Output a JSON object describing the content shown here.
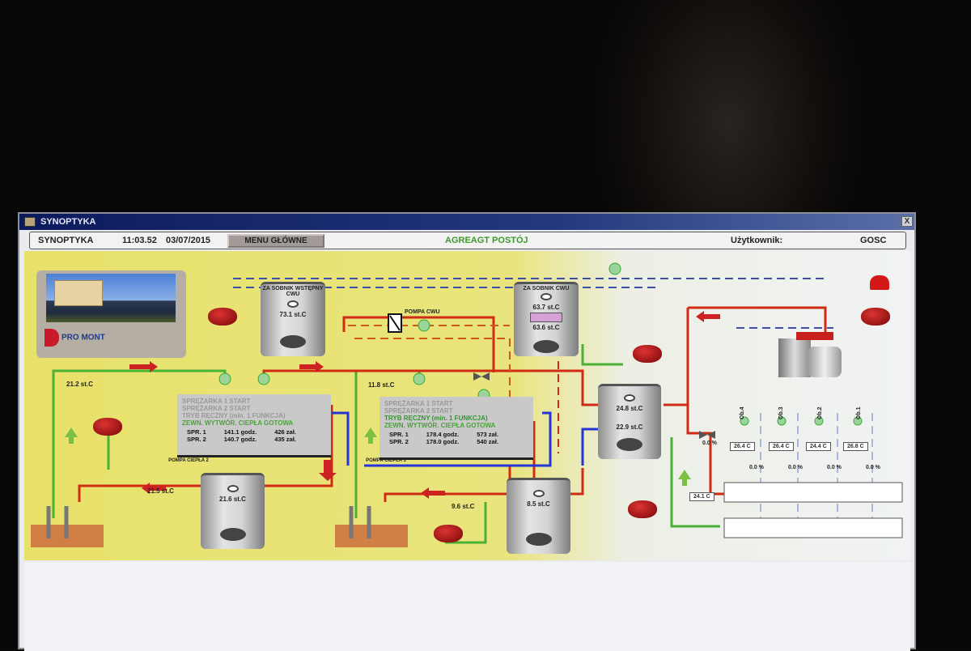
{
  "window": {
    "title": "SYNOPTYKA",
    "close": "X"
  },
  "header": {
    "screen": "SYNOPTYKA",
    "time": "11:03.52",
    "date": "03/07/2015",
    "menu_button": "MENU GŁÓWNE",
    "status": "AGREAGT POSTÓJ",
    "user_label": "Użytkownik:",
    "user": "GOSC"
  },
  "logo": {
    "brand": "PRO MONT"
  },
  "tanks": [
    {
      "name": "ZA SOBNIK WSTĘPNY CWU",
      "temp": "73.1 st.C"
    },
    {
      "name": "ZA SOBNIK CWU",
      "temp_top": "63.7 st.C",
      "temp_bottom": "63.6 st.C"
    },
    {
      "temp_top": "24.8 st.C",
      "temp_bottom": "22.9 st.C"
    },
    {
      "temp": "21.6 st.C"
    },
    {
      "temp": "8.5 st.C"
    }
  ],
  "heat_pumps": [
    {
      "label": "POMPA CIEPŁA 2",
      "lines": [
        "SPRĘŻARKA 1 START",
        "SPRĘŻARKA 2 START",
        "TRYB RĘCZNY (min. 1 FUNKCJA)",
        "ZEWN. WYTWÓR. CIEPŁA GOTOWA"
      ],
      "rows": [
        {
          "c": "SPR. 1",
          "h": "141.1 godz.",
          "s": "426 zał."
        },
        {
          "c": "SPR. 2",
          "h": "140.7 godz.",
          "s": "435 zał."
        }
      ]
    },
    {
      "label": "POMPA CIEPŁA 1",
      "lines": [
        "SPRĘŻARKA 1 START",
        "SPRĘŻARKA 2 START",
        "TRYB RĘCZNY (min. 1 FUNKCJA)",
        "ZEWN. WYTWÓR. CIEPŁA GOTOWA"
      ],
      "rows": [
        {
          "c": "SPR. 1",
          "h": "178.4 godz.",
          "s": "573 zał."
        },
        {
          "c": "SPR. 2",
          "h": "178.0 godz.",
          "s": "540 zał."
        }
      ]
    }
  ],
  "temps": {
    "ground_left": "21.2 st.C",
    "ground_right": "11.8 st.C",
    "return_left": "21.5 st.C",
    "return_right": "9.6 st.C",
    "manifold": "24.1 C",
    "mixer": "0.0 %"
  },
  "pump_cwu": "POMPA CWU",
  "circuits": [
    {
      "name": "Ob.4",
      "temp": "26.4 C",
      "valve": "0.0 %"
    },
    {
      "name": "Ob.3",
      "temp": "26.4 C",
      "valve": "0.0 %"
    },
    {
      "name": "Ob.2",
      "temp": "24.4 C",
      "valve": "0.0 %"
    },
    {
      "name": "Ob.1",
      "temp": "26.8 C",
      "valve": "0.0 %"
    }
  ]
}
